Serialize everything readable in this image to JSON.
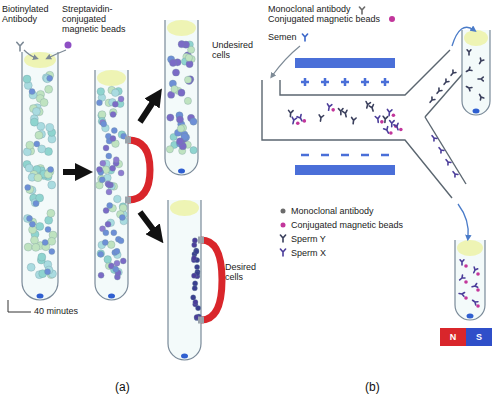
{
  "diagram": {
    "labels": [
      "Biotinylated Antibody",
      "Streptavidin-conjugated magnetic beads",
      "40 minutes",
      "Undesired cells",
      "Desired cells",
      "(a)",
      "Monoclonal antibody",
      "Conjugated magnetic beads",
      "Semen",
      "N",
      "S",
      "(b)"
    ],
    "legend": [
      {
        "text": "Monoclonal antibody"
      },
      {
        "text": "Conjugated magnetic beads"
      },
      {
        "text": "Sperm Y"
      },
      {
        "text": "Sperm X"
      }
    ]
  }
}
